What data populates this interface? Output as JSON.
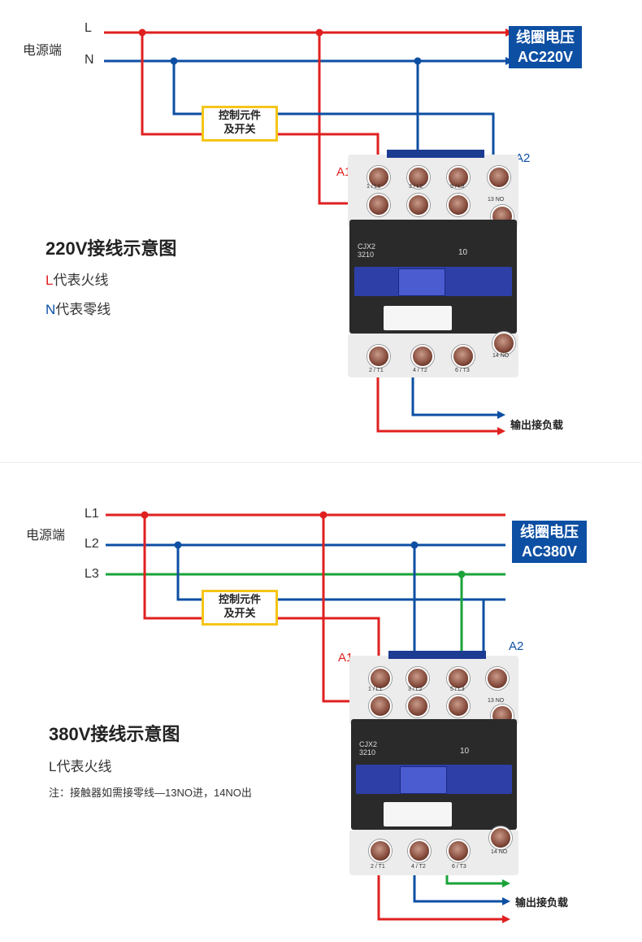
{
  "top": {
    "source_label": "电源端",
    "lines": [
      "L",
      "N"
    ],
    "coil_voltage": [
      "线圈电压",
      "AC220V"
    ],
    "control_box": [
      "控制元件",
      "及开关"
    ],
    "a1": "A1",
    "a2": "A2",
    "terminals_top": [
      "1 / L1",
      "3 / L2",
      "5 / L3",
      "13 NO"
    ],
    "terminals_bottom": [
      "2 / T1",
      "4 / T2",
      "6 / T3",
      "14 NO"
    ],
    "model": [
      "CJX2",
      "3210"
    ],
    "model_num": "10",
    "title": "220V接线示意图",
    "legend": [
      {
        "key": "L",
        "text": "代表火线"
      },
      {
        "key": "N",
        "text": "代表零线"
      }
    ],
    "output_label": "输出接负载"
  },
  "bottom": {
    "source_label": "电源端",
    "lines": [
      "L1",
      "L2",
      "L3"
    ],
    "coil_voltage": [
      "线圈电压",
      "AC380V"
    ],
    "control_box": [
      "控制元件",
      "及开关"
    ],
    "a1": "A1",
    "a2": "A2",
    "terminals_top": [
      "1 / L1",
      "3 / L2",
      "5 / L3",
      "13 NO"
    ],
    "terminals_bottom": [
      "2 / T1",
      "4 / T2",
      "6 / T3",
      "14 NO"
    ],
    "model": [
      "CJX2",
      "3210"
    ],
    "model_num": "10",
    "title": "380V接线示意图",
    "legend_line": "L代表火线",
    "note": "注：接触器如需接零线—13NO进，14NO出",
    "output_label": "输出接负载"
  },
  "colors": {
    "live": "#e02020",
    "neutral": "#0d4fa3",
    "phase3": "#1aa33a",
    "control_border": "#f5c518",
    "coil_bg": "#0d4fa3"
  }
}
